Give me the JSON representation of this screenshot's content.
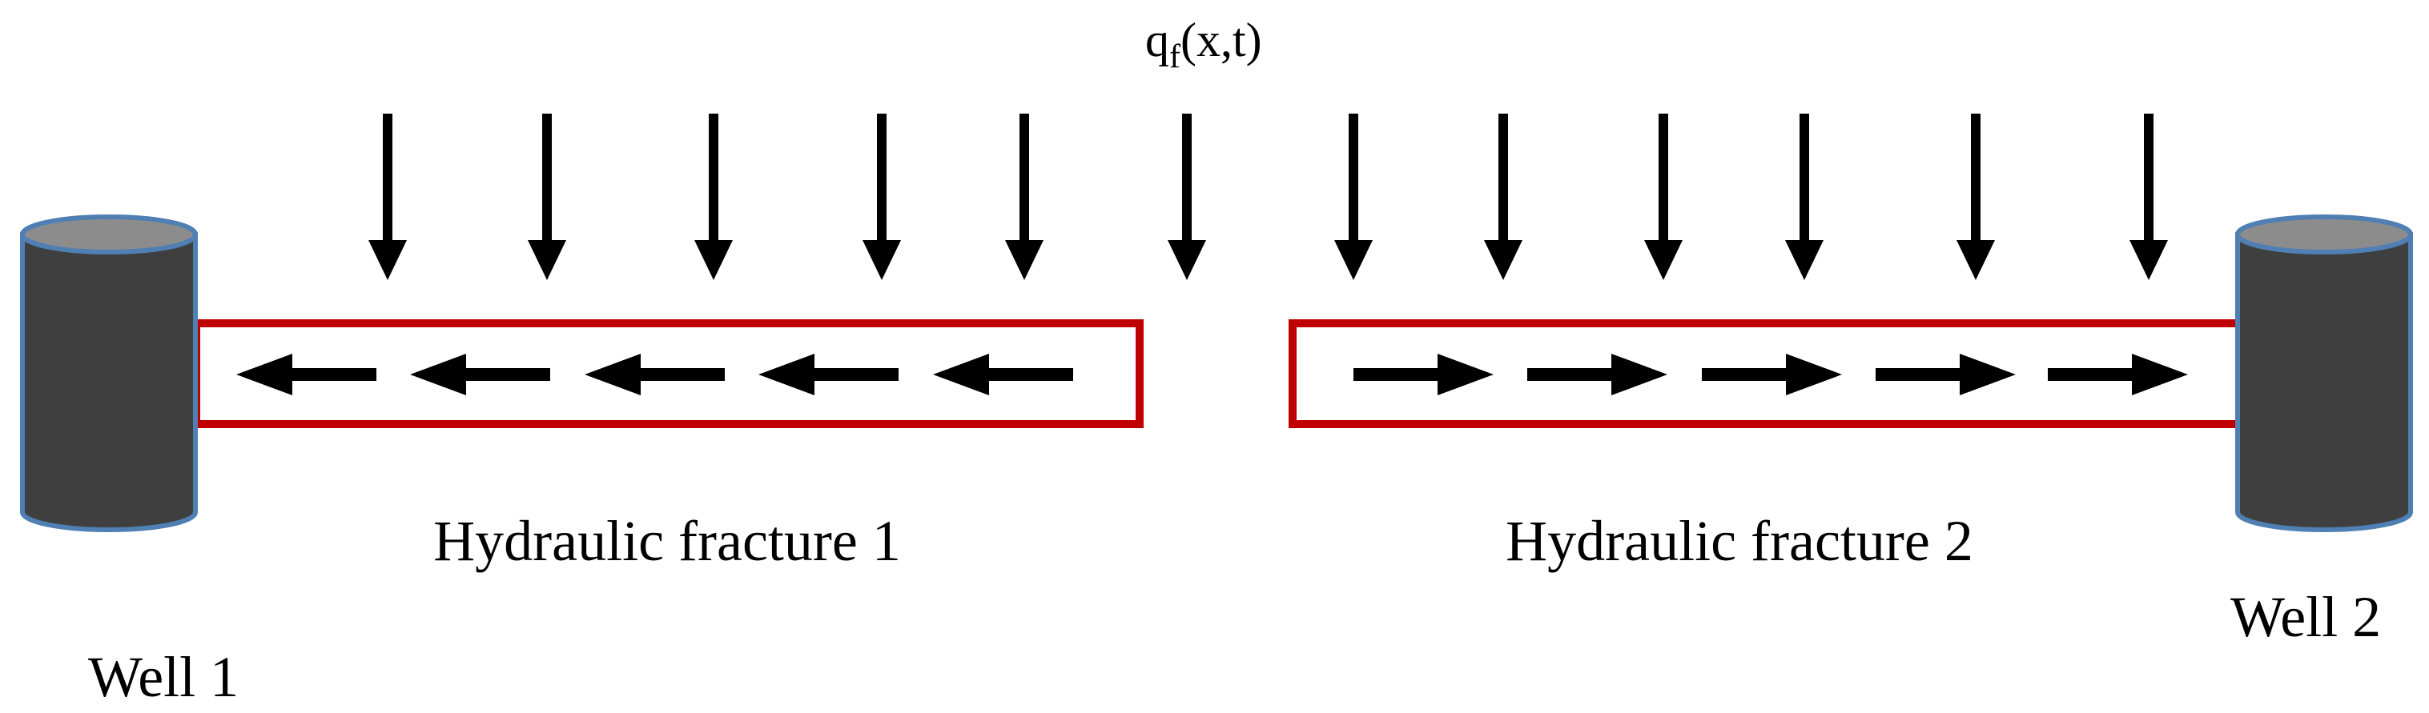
{
  "diagram": {
    "flux_label_main": "q",
    "flux_label_sub": "f",
    "flux_label_args": "(x,t)",
    "fracture_1_label": "Hydraulic fracture 1",
    "fracture_2_label": "Hydraulic fracture 2",
    "well_1_label": "Well 1",
    "well_2_label": "Well 2",
    "inflow_arrow_count": 12,
    "fracture_1_flow_direction": "left",
    "fracture_2_flow_direction": "right",
    "fracture_1_flow_arrow_count": 5,
    "fracture_2_flow_arrow_count": 5
  },
  "colors": {
    "well_body": "#3f3f3f",
    "well_top": "#8c8c8c",
    "well_outline": "#4f7fb3",
    "fracture_outline": "#c00000",
    "arrows": "#000000",
    "text": "#000000"
  }
}
